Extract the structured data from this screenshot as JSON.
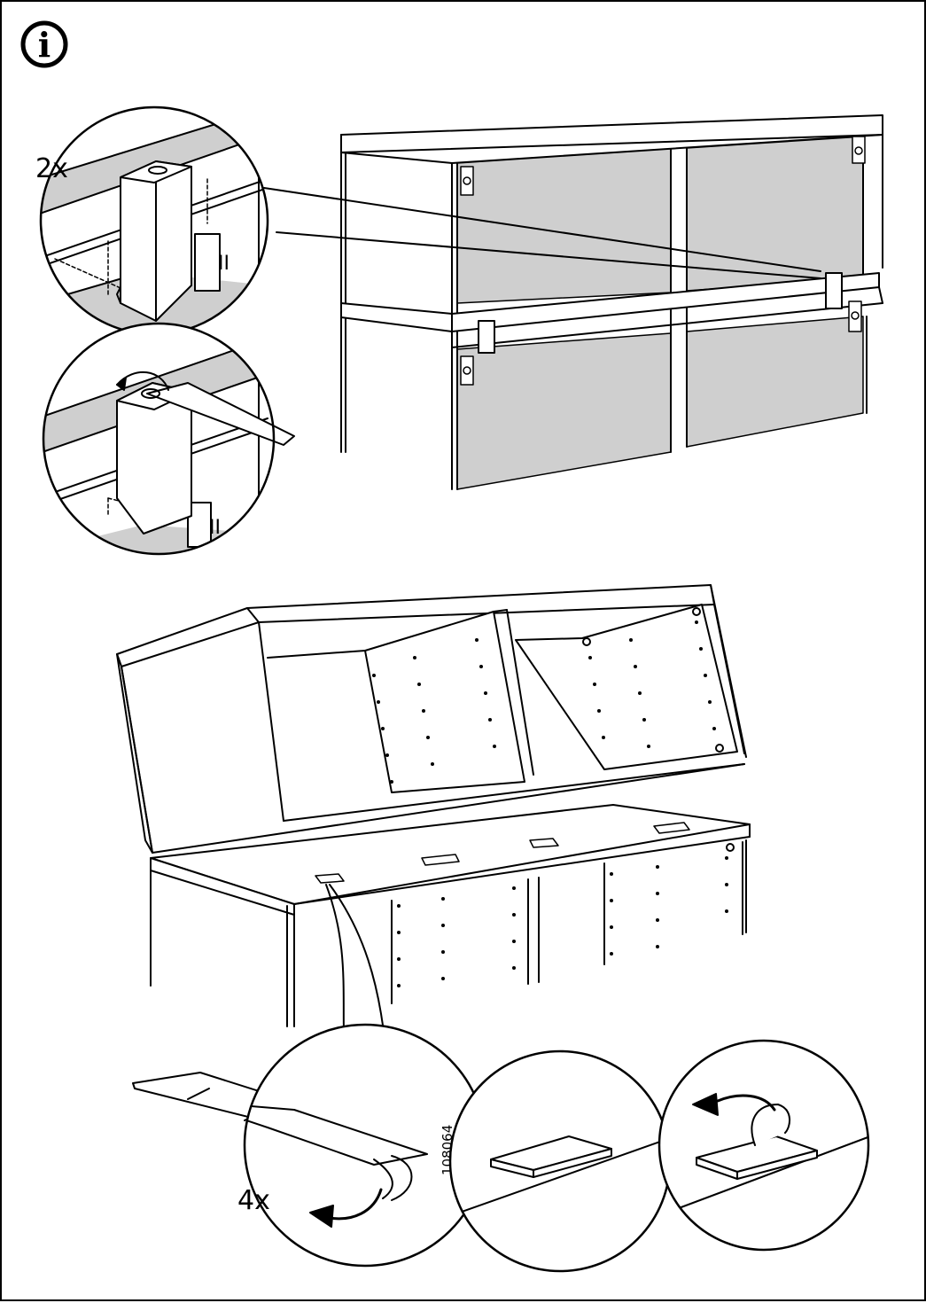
{
  "info_icon": {
    "icon": "info-icon",
    "letter": "i"
  },
  "step_top": {
    "quantity": "2x"
  },
  "step_bottom": {
    "quantity": "4x"
  },
  "part_number": "108064",
  "roman_mark": "II"
}
